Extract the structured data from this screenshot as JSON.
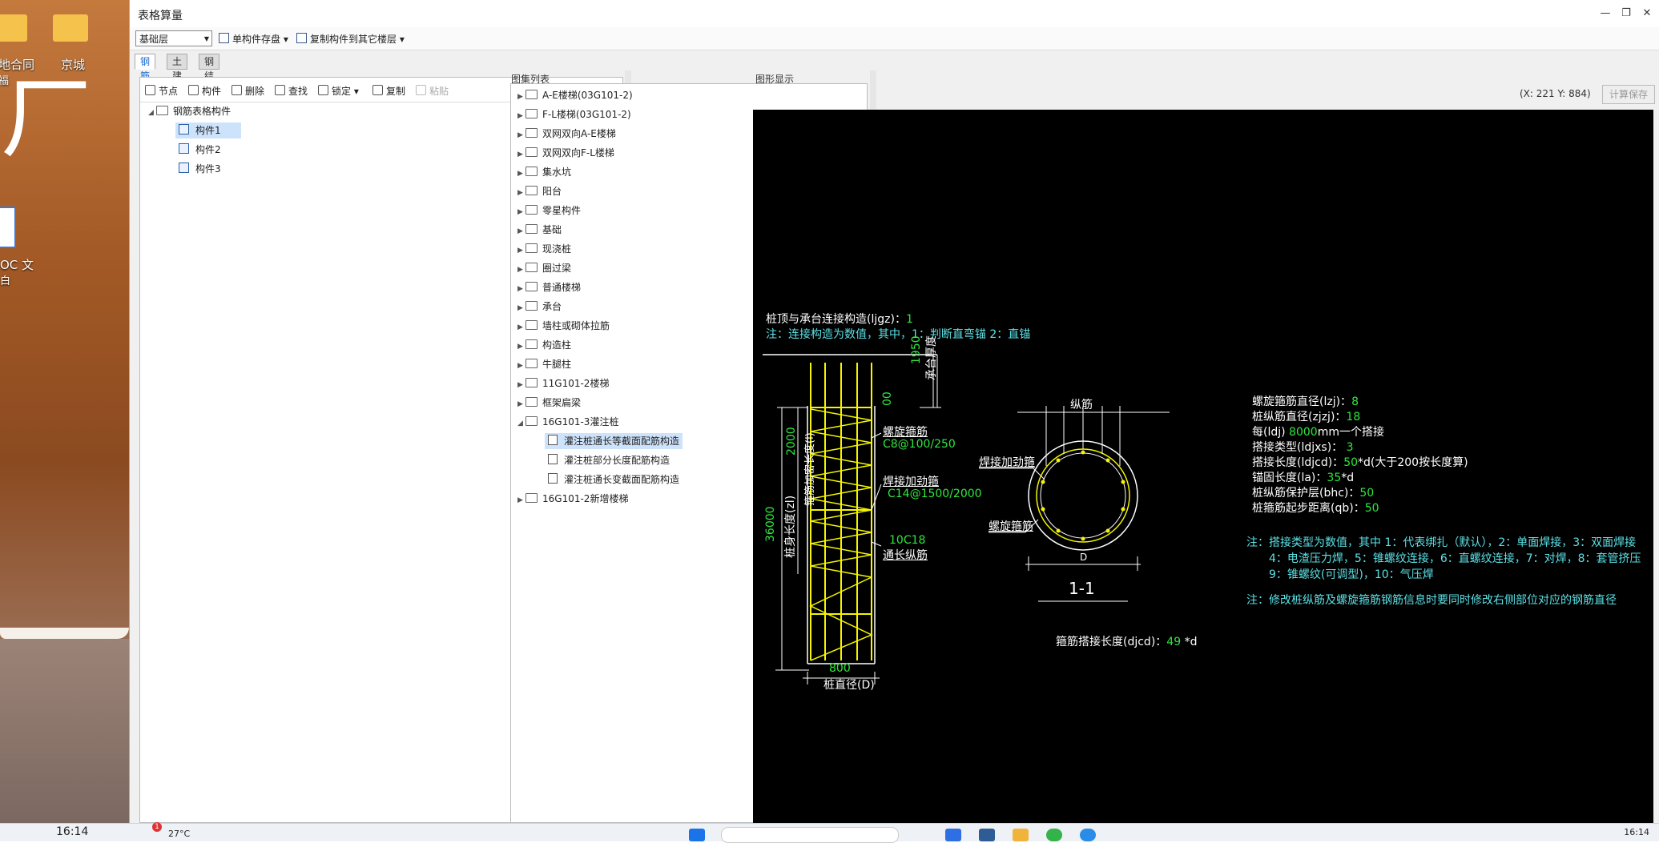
{
  "desktop": {
    "icons": [
      {
        "label": "地合同"
      },
      {
        "label": "京城"
      }
    ],
    "partial_labels": [
      "福",
      "OC 文",
      "白"
    ],
    "big_glyph": "ㄏ"
  },
  "taskbar": {
    "time_left": "16:14",
    "weather_badge": "1",
    "weather": "27°C",
    "time_right": "16:14"
  },
  "window": {
    "title": "表格算量",
    "controls": {
      "minimize": "—",
      "restore": "❐",
      "close": "✕"
    },
    "toolbar": {
      "floor_select": "基础层",
      "save_component": "单构件存盘",
      "copy_to_floor": "复制构件到其它楼层"
    },
    "tabs": [
      "钢筋",
      "土建",
      "钢结构"
    ],
    "left_panel": {
      "tools": [
        "节点",
        "构件",
        "删除",
        "查找",
        "锁定",
        "复制",
        "粘贴"
      ],
      "tree_root": "钢筋表格构件",
      "items": [
        "构件1",
        "构件2",
        "构件3"
      ]
    },
    "mid_panel": {
      "title": "图集列表",
      "folders": [
        "A-E楼梯(03G101-2)",
        "F-L楼梯(03G101-2)",
        "双网双向A-E楼梯",
        "双网双向F-L楼梯",
        "集水坑",
        "阳台",
        "零星构件",
        "基础",
        "现浇桩",
        "圈过梁",
        "普通楼梯",
        "承台",
        "墙柱或砌体拉筋",
        "构造柱",
        "牛腿柱",
        "11G101-2楼梯",
        "框架扁梁",
        "16G101-3灌注桩"
      ],
      "children": [
        "灌注桩通长等截面配筋构造",
        "灌注桩部分长度配筋构造",
        "灌注桩通长变截面配筋构造"
      ],
      "last_folder": "16G101-2新增楼梯"
    },
    "right_panel": {
      "title": "图形显示",
      "coords": "(X: 221 Y: 884)",
      "calc_save": "计算保存"
    }
  },
  "drawing": {
    "line1_label": "桩顶与承台连接构造(ljgz)：",
    "line1_value": "1",
    "note1": "注：连接构造为数值，其中，1：判断直弯锚     2：直锚",
    "dim_1950": "1950",
    "cap_label": "承台厚度",
    "dim_00": "00",
    "dim_2000": "2000",
    "dense_label": "箍筋加密长度(l)",
    "dim_36000": "36000",
    "body_label": "桩身长度(zl)",
    "spiral_label": "螺旋箍筋",
    "spiral_value": "C8@100/250",
    "weld_label": "焊接加劲箍",
    "weld_value": "C14@1500/2000",
    "long_value": "10C18",
    "long_label": "通长纵筋",
    "dim_800": "800",
    "diameter_label": "桩直径(D)",
    "sec_long": "纵筋",
    "sec_weld": "焊接加劲箍",
    "sec_spiral": "螺旋箍筋",
    "sec_D": "D",
    "sec_title": "1-1",
    "stirrup_lap_label": "箍筋搭接长度(djcd)：",
    "stirrup_lap_value": "49",
    "stirrup_lap_unit": " *d",
    "params": [
      {
        "label": "螺旋箍筋直径(lzj)：",
        "value": "8",
        "unit": ""
      },
      {
        "label": "桩纵筋直径(zjzj)：",
        "value": "18",
        "unit": ""
      },
      {
        "label": "每(ldj) ",
        "value": "8000",
        "unit": "mm一个搭接"
      },
      {
        "label": "搭接类型(ldjxs)： ",
        "value": "3",
        "unit": ""
      },
      {
        "label": "搭接长度(ldjcd)：",
        "value": "50",
        "unit": "*d(大于200按长度算)"
      },
      {
        "label": "锚固长度(la)：",
        "value": "35",
        "unit": "*d"
      },
      {
        "label": "桩纵筋保护层(bhc)：",
        "value": "50",
        "unit": ""
      },
      {
        "label": "桩箍筋起步距离(qb)：",
        "value": "50",
        "unit": ""
      }
    ],
    "note2_line1": "注：搭接类型为数值，其中 1：代表绑扎（默认），2：单面焊接，3：双面焊接",
    "note2_line2": "4：电渣压力焊，5：锥螺纹连接，6：直螺纹连接，7：对焊，8：套管挤压",
    "note2_line3": "9：锥螺纹(可调型)，10：气压焊",
    "note3": "注：修改桩纵筋及螺旋箍筋钢筋信息时要同时修改右侧部位对应的钢筋直径"
  },
  "colors": {
    "canvas_bg": "#000000",
    "cad_white": "#ffffff",
    "cad_green": "#2ee83d",
    "cad_cyan": "#5ce1e6",
    "cad_yellow": "#f5f500",
    "accent": "#1a6bd1",
    "selection": "#cde3fb"
  }
}
